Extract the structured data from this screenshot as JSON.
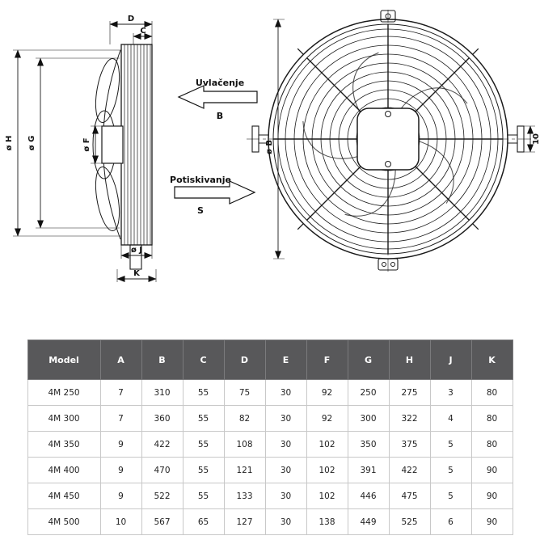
{
  "colors": {
    "table_header_bg": "#58585a",
    "table_header_text": "#ffffff",
    "table_border": "#c8c8c8",
    "line_color": "#1a1a1a"
  },
  "diagram": {
    "side_view": {
      "dim_d": "D",
      "dim_c": "C",
      "dim_h": "ø H",
      "dim_g": "ø G",
      "dim_f": "ø F",
      "dim_j": "ø J",
      "dim_k": "K"
    },
    "front_view": {
      "dim_b": "ø B",
      "dim_offset": "10"
    },
    "flow": {
      "suction_label": "Uvlačenje",
      "suction_dim": "B",
      "discharge_label": "Potiskivanje",
      "discharge_dim": "S"
    }
  },
  "table": {
    "headers": [
      "Model",
      "A",
      "B",
      "C",
      "D",
      "E",
      "F",
      "G",
      "H",
      "J",
      "K"
    ],
    "rows": [
      [
        "4M 250",
        "7",
        "310",
        "55",
        "75",
        "30",
        "92",
        "250",
        "275",
        "3",
        "80"
      ],
      [
        "4M 300",
        "7",
        "360",
        "55",
        "82",
        "30",
        "92",
        "300",
        "322",
        "4",
        "80"
      ],
      [
        "4M 350",
        "9",
        "422",
        "55",
        "108",
        "30",
        "102",
        "350",
        "375",
        "5",
        "80"
      ],
      [
        "4M 400",
        "9",
        "470",
        "55",
        "121",
        "30",
        "102",
        "391",
        "422",
        "5",
        "90"
      ],
      [
        "4M 450",
        "9",
        "522",
        "55",
        "133",
        "30",
        "102",
        "446",
        "475",
        "5",
        "90"
      ],
      [
        "4M 500",
        "10",
        "567",
        "65",
        "127",
        "30",
        "138",
        "449",
        "525",
        "6",
        "90"
      ]
    ]
  }
}
